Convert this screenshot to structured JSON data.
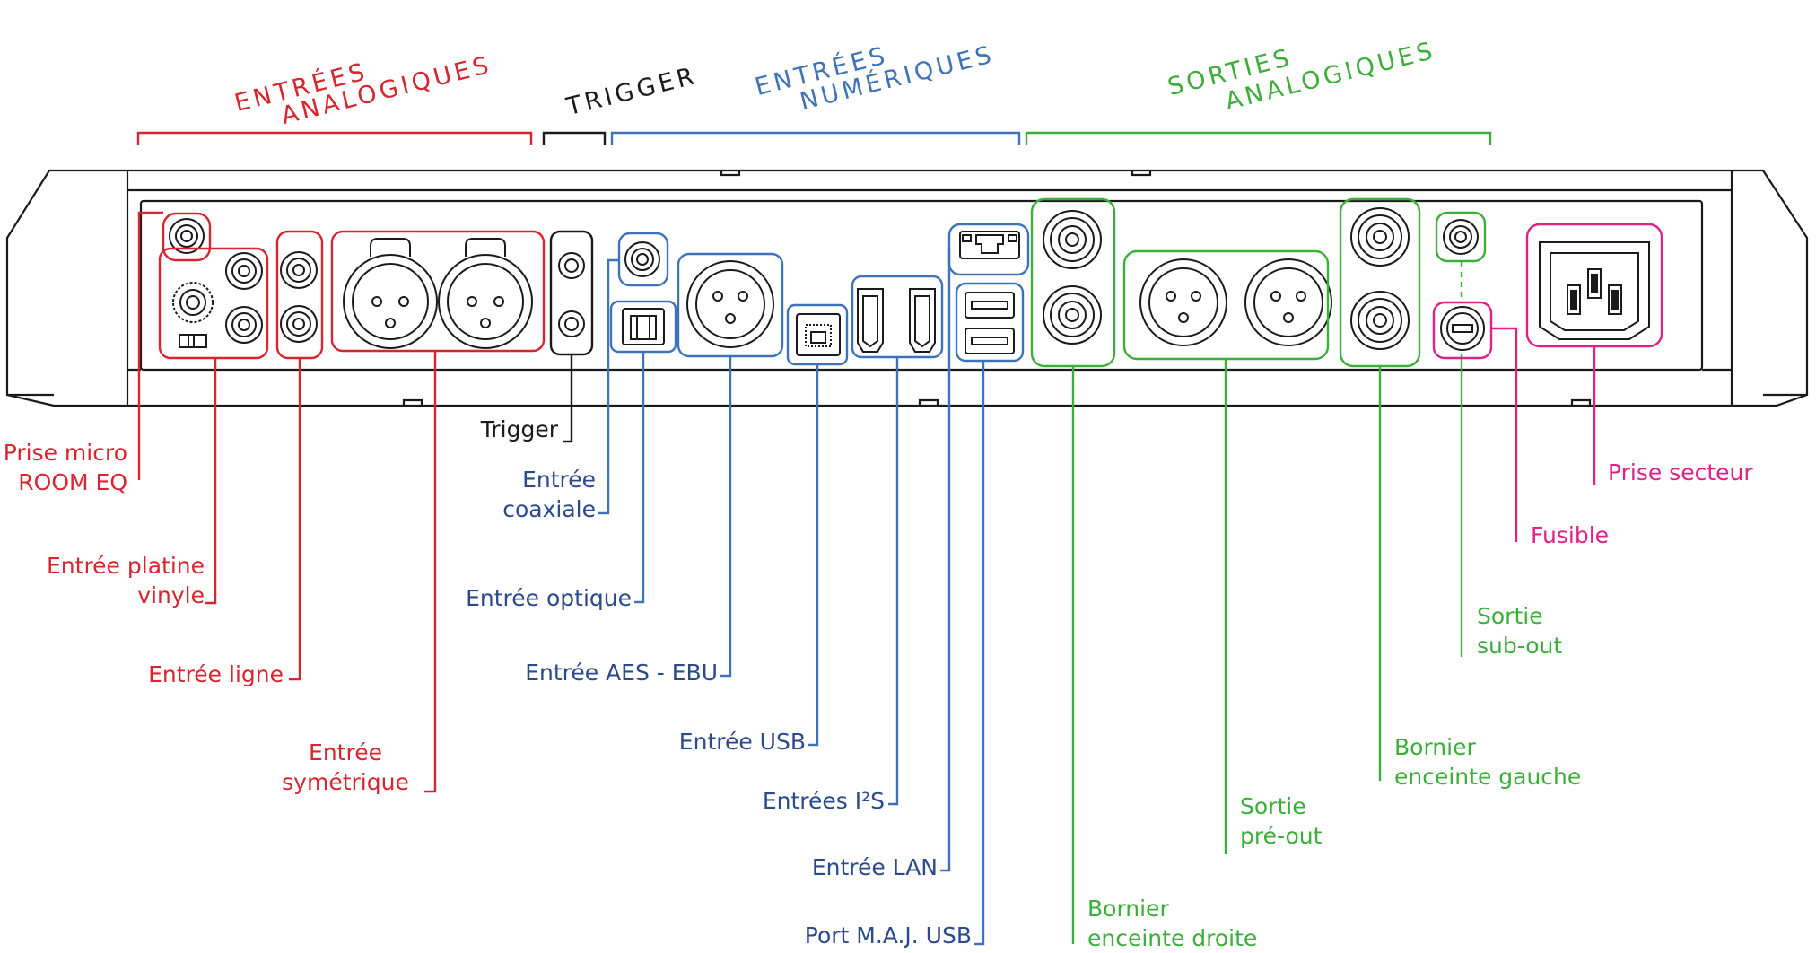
{
  "colors": {
    "analog_in": "#d7262f",
    "trigger": "#1a1a1a",
    "digital_in": "#3f73b8",
    "digital_text": "#2b4a8c",
    "analog_out": "#3cae3a",
    "power": "#e0218a",
    "device": "#1a1a1a"
  },
  "groups": {
    "analog_in": [
      "ENTRÉES",
      "ANALOGIQUES"
    ],
    "trigger": [
      "TRIGGER"
    ],
    "digital_in": [
      "ENTRÉES",
      "NUMÉRIQUES"
    ],
    "analog_out": [
      "SORTIES",
      "ANALOGIQUES"
    ]
  },
  "labels": {
    "mic": [
      "Prise micro",
      "ROOM EQ"
    ],
    "phono": [
      "Entrée platine",
      "vinyle"
    ],
    "line": "Entrée ligne",
    "balanced": [
      "Entrée",
      "symétrique"
    ],
    "trigger": "Trigger",
    "coax": [
      "Entrée",
      "coaxiale"
    ],
    "optical": "Entrée optique",
    "aes": "Entrée AES - EBU",
    "usb": "Entrée USB",
    "i2s": "Entrées I²S",
    "lan": "Entrée LAN",
    "usb_update": "Port M.A.J. USB",
    "right_speaker": [
      "Bornier",
      "enceinte droite"
    ],
    "preout": [
      "Sortie",
      "pré-out"
    ],
    "left_speaker": [
      "Bornier",
      "enceinte gauche"
    ],
    "subout": [
      "Sortie",
      "sub-out"
    ],
    "fuse": "Fusible",
    "mains": "Prise secteur"
  }
}
